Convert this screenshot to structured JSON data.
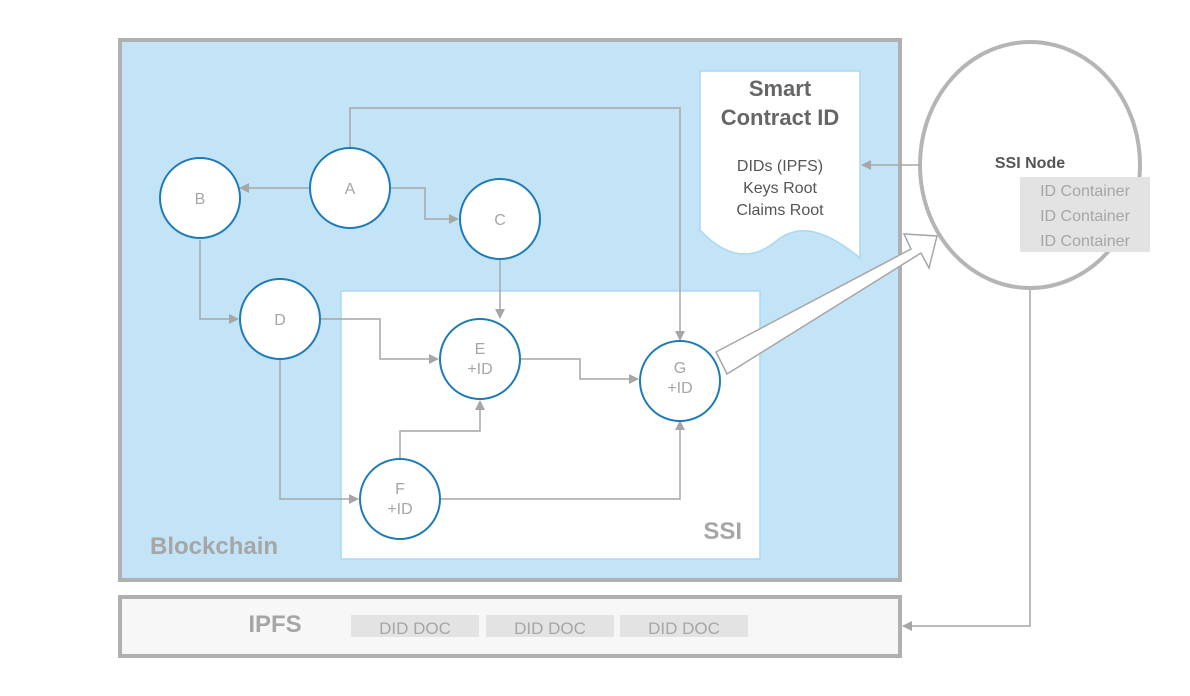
{
  "blockchain": {
    "label": "Blockchain"
  },
  "ssi": {
    "label": "SSI"
  },
  "nodes": {
    "A": {
      "line1": "A",
      "line2": ""
    },
    "B": {
      "line1": "B",
      "line2": ""
    },
    "C": {
      "line1": "C",
      "line2": ""
    },
    "D": {
      "line1": "D",
      "line2": ""
    },
    "E": {
      "line1": "E",
      "line2": "+ID"
    },
    "F": {
      "line1": "F",
      "line2": "+ID"
    },
    "G": {
      "line1": "G",
      "line2": "+ID"
    }
  },
  "smart_contract": {
    "title_line1": "Smart",
    "title_line2": "Contract ID",
    "items": [
      "DIDs (IPFS)",
      "Keys Root",
      "Claims Root"
    ]
  },
  "ssi_node": {
    "label": "SSI Node",
    "containers": [
      "ID Container",
      "ID Container",
      "ID Container"
    ]
  },
  "ipfs": {
    "label": "IPFS",
    "docs": [
      "DID DOC",
      "DID DOC",
      "DID DOC"
    ]
  },
  "colors": {
    "blockchain_fill": "#c3e4f6",
    "frame_gray": "#b0b0b0",
    "node_stroke": "#1f7ab8",
    "arrow_gray": "#a6a6a6",
    "text_gray": "#a6a6a6",
    "dark_text": "#555555"
  }
}
